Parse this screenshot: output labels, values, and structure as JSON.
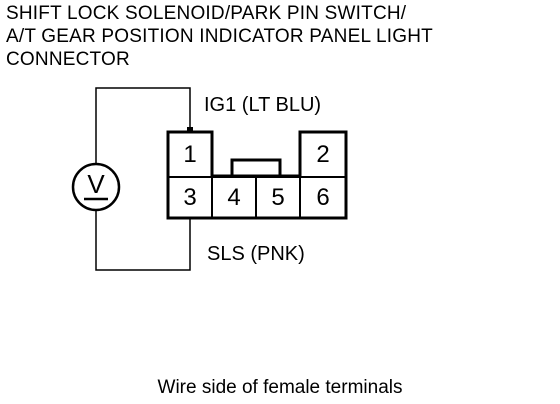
{
  "title_lines": [
    "SHIFT LOCK SOLENOID/PARK PIN SWITCH/",
    "A/T GEAR POSITION INDICATOR PANEL LIGHT",
    "CONNECTOR"
  ],
  "wire_labels": {
    "top": "IG1 (LT BLU)",
    "bottom": "SLS (PNK)"
  },
  "meter_symbol": "V",
  "terminals": {
    "t1": "1",
    "t2": "2",
    "t3": "3",
    "t4": "4",
    "t5": "5",
    "t6": "6"
  },
  "caption": "Wire side of female terminals"
}
